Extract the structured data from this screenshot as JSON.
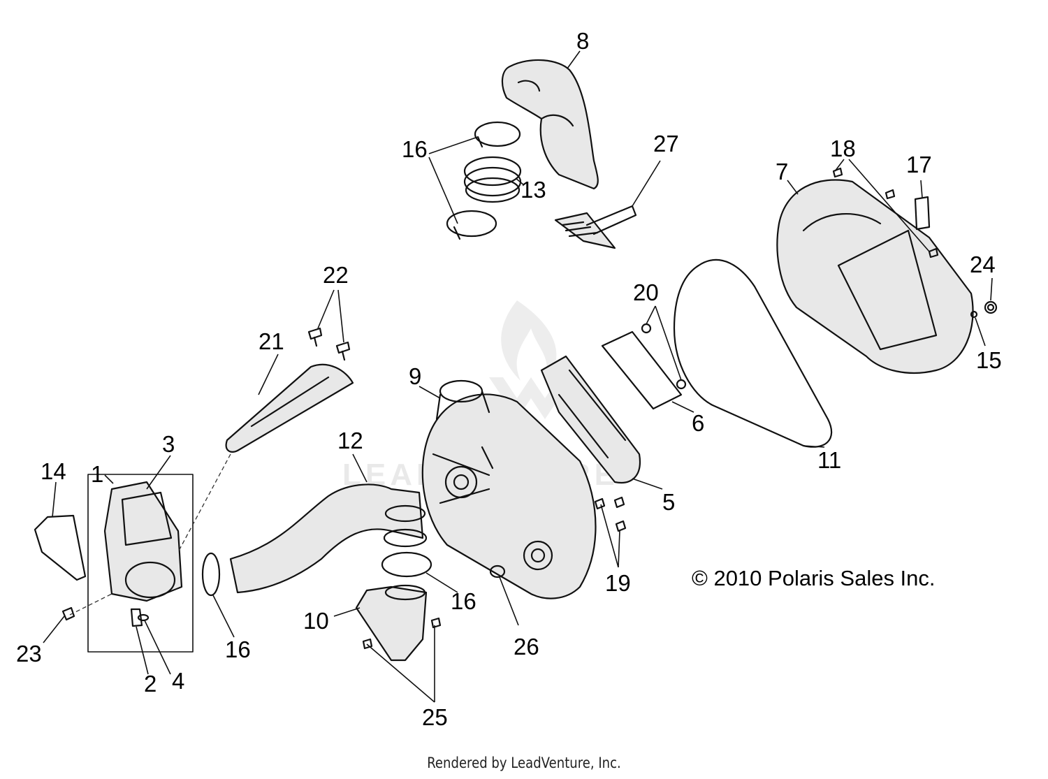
{
  "callouts": {
    "c1": "1",
    "c2": "2",
    "c3": "3",
    "c4": "4",
    "c5": "5",
    "c6": "6",
    "c7": "7",
    "c8": "8",
    "c9": "9",
    "c10": "10",
    "c11": "11",
    "c12": "12",
    "c13": "13",
    "c14": "14",
    "c15": "15",
    "c16a": "16",
    "c16b": "16",
    "c16c": "16",
    "c17": "17",
    "c18": "18",
    "c19": "19",
    "c20": "20",
    "c21": "21",
    "c22": "22",
    "c23": "23",
    "c24": "24",
    "c25": "25",
    "c26": "26",
    "c27": "27"
  },
  "copyright": "© 2010 Polaris Sales Inc.",
  "footer": "Rendered by LeadVenture, Inc.",
  "watermark": "LEADVENTURE"
}
